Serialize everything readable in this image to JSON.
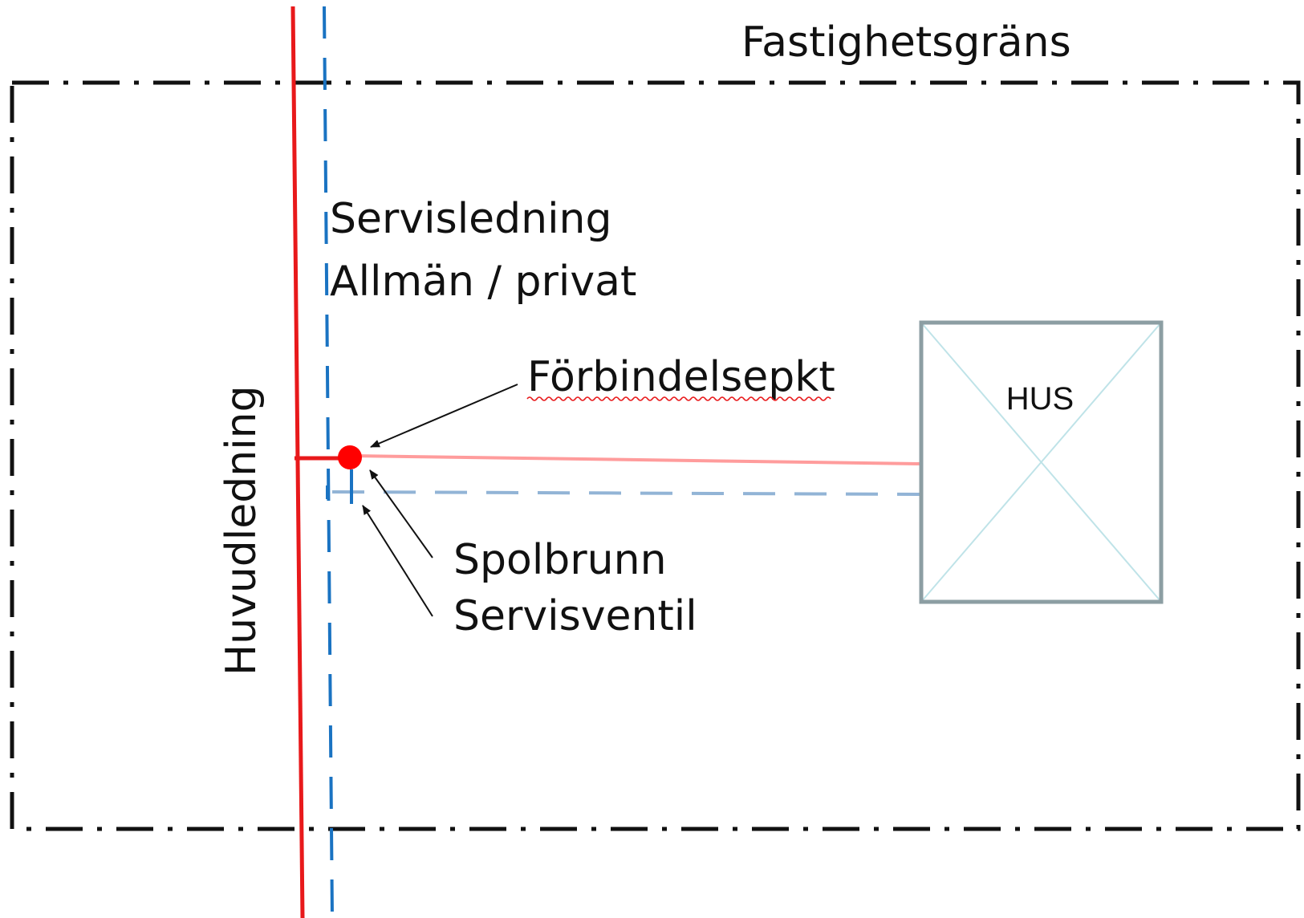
{
  "labels": {
    "property_boundary": "Fastighetsgräns",
    "service_line": "Servisledning",
    "public_private": "Allmän / privat",
    "connection_point": "Förbindelsepkt",
    "house": "HUS",
    "main_line": "Huvudledning",
    "flush_well": "Spolbrunn",
    "service_valve": "Servisventil"
  },
  "colors": {
    "boundary": "#111111",
    "main_line": "#e8191b",
    "service_line_water": "#ff9c9c",
    "dashed_blue": "#1a73c2",
    "dashed_light_blue": "#92b4d6",
    "house_outline": "#8c9ea3",
    "house_diagonals": "#bfe3e8",
    "connection_dot": "#ff0000",
    "spellcheck_underline": "#e8191b"
  },
  "icons": {
    "connection_point": "filled-circle",
    "house": "square-with-x"
  }
}
